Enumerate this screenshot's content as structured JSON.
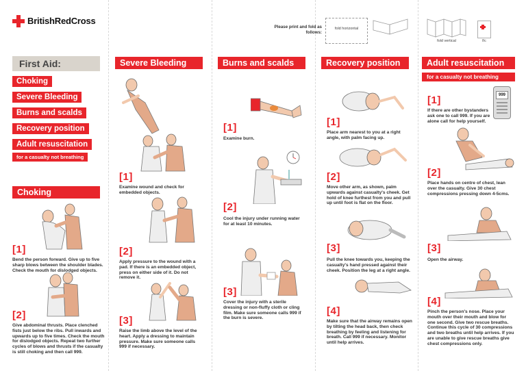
{
  "header": {
    "brand": "BritishRedCross",
    "print_note": "Please print and fold as follows:",
    "fold_horizontal": "fold horizontal",
    "fold_vertical": "fold vertical",
    "fc_label": "f/c"
  },
  "menu": {
    "title": "First Aid:",
    "items": [
      "Choking",
      "Severe Bleeding",
      "Burns and scalds",
      "Recovery position",
      "Adult resuscitation"
    ],
    "sub": "for a casualty not breathing"
  },
  "choking": {
    "title": "Choking",
    "steps": [
      {
        "num": "[1]",
        "text": "Bend the person forward. Give up to five sharp blows between the shoulder blades. Check the mouth for dislodged objects."
      },
      {
        "num": "[2]",
        "text": "Give abdominal thrusts. Place clenched fists just below the ribs. Pull inwards and upwards up to five times. Check the mouth for dislodged objects. Repeat two further cycles of blows and thrusts if the casualty is still choking and then call 999."
      }
    ]
  },
  "bleeding": {
    "title": "Severe Bleeding",
    "steps": [
      {
        "num": "[1]",
        "text": "Examine wound and check for embedded objects."
      },
      {
        "num": "[2]",
        "text": "Apply pressure to the wound with a pad. If there is an embedded object, press on either side of it. Do not remove it."
      },
      {
        "num": "[3]",
        "text": "Raise the limb above the level of the heart. Apply a dressing to maintain pressure. Make sure someone calls 999 if necessary."
      }
    ]
  },
  "burns": {
    "title": "Burns and scalds",
    "steps": [
      {
        "num": "[1]",
        "text": "Examine burn."
      },
      {
        "num": "[2]",
        "text": "Cool the injury under running water for at least 10 minutes."
      },
      {
        "num": "[3]",
        "text": "Cover the injury with a sterile dressing or non-fluffy cloth or cling film. Make sure someone calls 999 if the burn is severe."
      }
    ]
  },
  "recovery": {
    "title": "Recovery position",
    "steps": [
      {
        "num": "[1]",
        "text": "Place arm nearest to you at a right angle, with palm facing up."
      },
      {
        "num": "[2]",
        "text": "Move other arm, as shown, palm upwards against casualty's cheek. Get hold of knee furthest from you and pull up until foot is flat on the floor."
      },
      {
        "num": "[3]",
        "text": "Pull the knee towards you, keeping the casualty's hand pressed against their cheek. Position the leg at a right angle."
      },
      {
        "num": "[4]",
        "text": "Make sure that the airway remains open by tilting the head back, then check breathing by feeling and listening for breath. Call 999 if necessary. Monitor until help arrives."
      }
    ]
  },
  "resus": {
    "title": "Adult resuscitation",
    "sub": "for a casualty not breathing",
    "phone": "999",
    "steps": [
      {
        "num": "[1]",
        "text": "If there are other bystanders ask one to call 999. If you are alone call for help yourself."
      },
      {
        "num": "[2]",
        "text": "Place hands on centre of chest, lean over the casualty. Give 30 chest compressions pressing down 4-5cms."
      },
      {
        "num": "[3]",
        "text": "Open the airway."
      },
      {
        "num": "[4]",
        "text": "Pinch the person's nose. Place your mouth over their mouth and blow for one second. Give two rescue breaths. Continue this cycle of 30 compressions and two breaths until help arrives. If you are unable to give rescue breaths give chest compressions only."
      }
    ]
  },
  "colors": {
    "accent": "#e8252b",
    "muted": "#d9d4cc",
    "skin": "#f2c9ad"
  }
}
